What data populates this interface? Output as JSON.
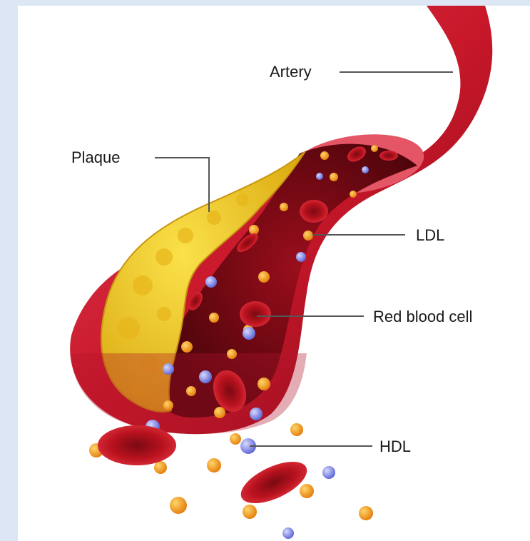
{
  "labels": {
    "artery": "Artery",
    "plaque": "Plaque",
    "ldl": "LDL",
    "red_blood_cell": "Red blood cell",
    "hdl": "HDL"
  },
  "icons": {
    "ldl": "ldl-particle-icon",
    "hdl": "hdl-particle-icon",
    "rbc": "red-blood-cell-icon"
  },
  "colors": {
    "artery_wall": "#c8182a",
    "lumen": "#6e0710",
    "plaque": "#f2cc2a",
    "ldl": "#f29a18",
    "hdl": "#7f86e6",
    "red_blood_cell": "#c0141f"
  }
}
